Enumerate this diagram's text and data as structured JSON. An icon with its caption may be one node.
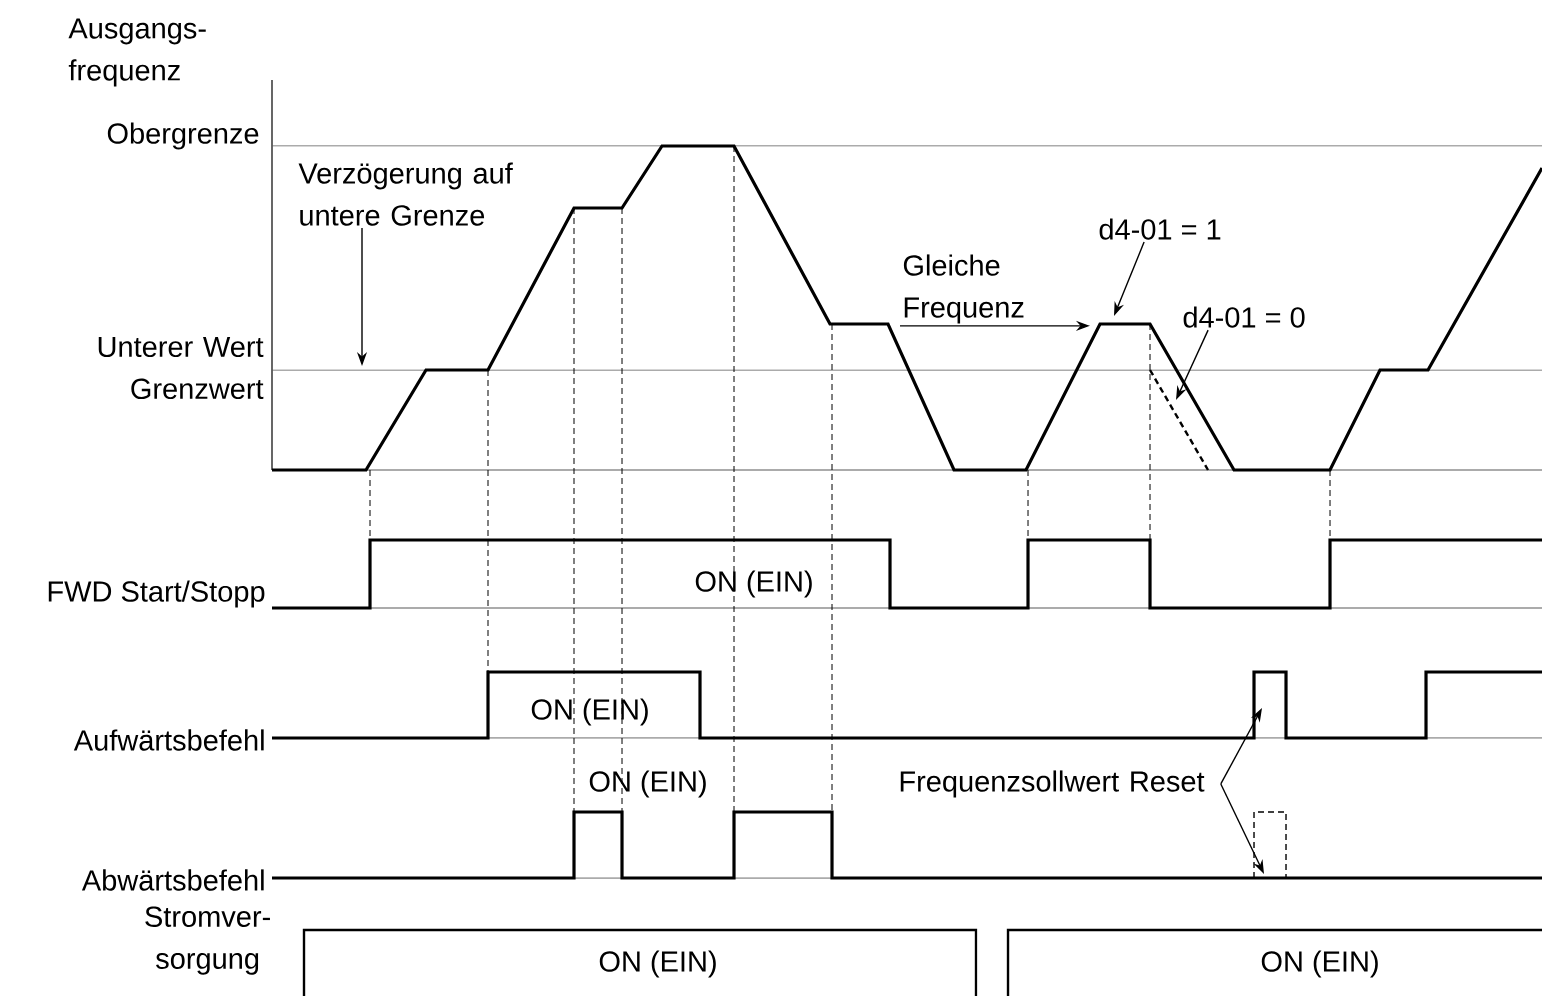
{
  "diagram": {
    "nodes": [
      {
        "text": [
          "Verzögerung auf untere Grenze"
        ]
      },
      {
        "text": [
          "Gleiche Frequenz"
        ]
      },
      {
        "text": [
          "d4-01 = 1"
        ]
      },
      {
        "text": [
          "d4-01 = 0"
        ]
      },
      {
        "text": [
          "Frequenzsollwert Reset"
        ]
      }
    ],
    "edges": [
      {
        "from": 0,
        "to": null,
        "arrow": "to"
      },
      {
        "from": 1,
        "to": null,
        "arrow": "to"
      },
      {
        "from": 2,
        "to": null,
        "arrow": "to"
      },
      {
        "from": 3,
        "to": null,
        "arrow": "to"
      },
      {
        "from": 4,
        "to": null,
        "arrow": "to"
      },
      {
        "from": 4,
        "to": null,
        "arrow": "to"
      }
    ],
    "labels": [
      "Ausgangs- frequenz",
      "Obergrenze",
      "Unterer Wert Grenzwert",
      "FWD Start/Stopp",
      "ON (EIN)",
      "ON (EIN)",
      "Aufwärtsbefehl",
      "ON (EIN)",
      "Abwärtsbefehl",
      "Stromver- sorgung",
      "ON (EIN)",
      "ON (EIN)"
    ]
  }
}
